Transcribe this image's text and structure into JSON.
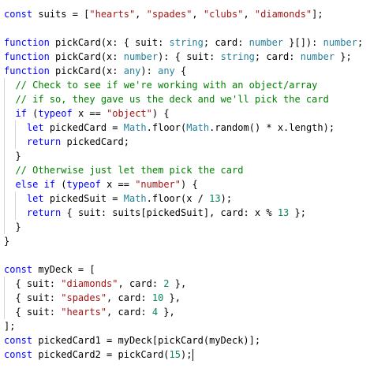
{
  "editor": {
    "colors": {
      "keyword": "#0000ff",
      "type": "#267f99",
      "string": "#a31515",
      "number": "#098658",
      "comment": "#008000",
      "text": "#000000",
      "indent_guide": "#d3d3d3"
    },
    "lines": [
      [
        [
          "kw",
          "const"
        ],
        [
          "pl",
          " suits = ["
        ],
        [
          "st",
          "\"hearts\""
        ],
        [
          "pl",
          ", "
        ],
        [
          "st",
          "\"spades\""
        ],
        [
          "pl",
          ", "
        ],
        [
          "st",
          "\"clubs\""
        ],
        [
          "pl",
          ", "
        ],
        [
          "st",
          "\"diamonds\""
        ],
        [
          "pl",
          "];"
        ]
      ],
      [],
      [
        [
          "kw",
          "function"
        ],
        [
          "pl",
          " pickCard(x: { suit: "
        ],
        [
          "ty",
          "string"
        ],
        [
          "pl",
          "; card: "
        ],
        [
          "ty",
          "number"
        ],
        [
          "pl",
          " }[]): "
        ],
        [
          "ty",
          "number"
        ],
        [
          "pl",
          ";"
        ]
      ],
      [
        [
          "kw",
          "function"
        ],
        [
          "pl",
          " pickCard(x: "
        ],
        [
          "ty",
          "number"
        ],
        [
          "pl",
          "): { suit: "
        ],
        [
          "ty",
          "string"
        ],
        [
          "pl",
          "; card: "
        ],
        [
          "ty",
          "number"
        ],
        [
          "pl",
          " };"
        ]
      ],
      [
        [
          "kw",
          "function"
        ],
        [
          "pl",
          " pickCard(x: "
        ],
        [
          "ty",
          "any"
        ],
        [
          "pl",
          "): "
        ],
        [
          "ty",
          "any"
        ],
        [
          "pl",
          " {"
        ]
      ],
      [
        [
          "pl",
          "  "
        ],
        [
          "cm",
          "// Check to see if we're working with an object/array"
        ]
      ],
      [
        [
          "pl",
          "  "
        ],
        [
          "cm",
          "// if so, they gave us the deck and we'll pick the card"
        ]
      ],
      [
        [
          "pl",
          "  "
        ],
        [
          "kw",
          "if"
        ],
        [
          "pl",
          " ("
        ],
        [
          "kw",
          "typeof"
        ],
        [
          "pl",
          " x == "
        ],
        [
          "st",
          "\"object\""
        ],
        [
          "pl",
          ") {"
        ]
      ],
      [
        [
          "pl",
          "    "
        ],
        [
          "kw",
          "let"
        ],
        [
          "pl",
          " pickedCard = "
        ],
        [
          "ty",
          "Math"
        ],
        [
          "pl",
          ".floor("
        ],
        [
          "ty",
          "Math"
        ],
        [
          "pl",
          ".random() * x.length);"
        ]
      ],
      [
        [
          "pl",
          "    "
        ],
        [
          "kw",
          "return"
        ],
        [
          "pl",
          " pickedCard;"
        ]
      ],
      [
        [
          "pl",
          "  }"
        ]
      ],
      [
        [
          "pl",
          "  "
        ],
        [
          "cm",
          "// Otherwise just let them pick the card"
        ]
      ],
      [
        [
          "pl",
          "  "
        ],
        [
          "kw",
          "else if"
        ],
        [
          "pl",
          " ("
        ],
        [
          "kw",
          "typeof"
        ],
        [
          "pl",
          " x == "
        ],
        [
          "st",
          "\"number\""
        ],
        [
          "pl",
          ") {"
        ]
      ],
      [
        [
          "pl",
          "    "
        ],
        [
          "kw",
          "let"
        ],
        [
          "pl",
          " pickedSuit = "
        ],
        [
          "ty",
          "Math"
        ],
        [
          "pl",
          ".floor(x / "
        ],
        [
          "nu",
          "13"
        ],
        [
          "pl",
          ");"
        ]
      ],
      [
        [
          "pl",
          "    "
        ],
        [
          "kw",
          "return"
        ],
        [
          "pl",
          " { suit: suits[pickedSuit], card: x % "
        ],
        [
          "nu",
          "13"
        ],
        [
          "pl",
          " };"
        ]
      ],
      [
        [
          "pl",
          "  }"
        ]
      ],
      [
        [
          "pl",
          "}"
        ]
      ],
      [],
      [
        [
          "kw",
          "const"
        ],
        [
          "pl",
          " myDeck = ["
        ]
      ],
      [
        [
          "pl",
          "  { suit: "
        ],
        [
          "st",
          "\"diamonds\""
        ],
        [
          "pl",
          ", card: "
        ],
        [
          "nu",
          "2"
        ],
        [
          "pl",
          " },"
        ]
      ],
      [
        [
          "pl",
          "  { suit: "
        ],
        [
          "st",
          "\"spades\""
        ],
        [
          "pl",
          ", card: "
        ],
        [
          "nu",
          "10"
        ],
        [
          "pl",
          " },"
        ]
      ],
      [
        [
          "pl",
          "  { suit: "
        ],
        [
          "st",
          "\"hearts\""
        ],
        [
          "pl",
          ", card: "
        ],
        [
          "nu",
          "4"
        ],
        [
          "pl",
          " },"
        ]
      ],
      [
        [
          "pl",
          "];"
        ]
      ],
      [
        [
          "kw",
          "const"
        ],
        [
          "pl",
          " pickedCard1 = myDeck[pickCard(myDeck)];"
        ]
      ],
      [
        [
          "kw",
          "const"
        ],
        [
          "pl",
          " pickedCard2 = pickCard("
        ],
        [
          "nu",
          "15"
        ],
        [
          "pl",
          ");"
        ]
      ]
    ]
  }
}
